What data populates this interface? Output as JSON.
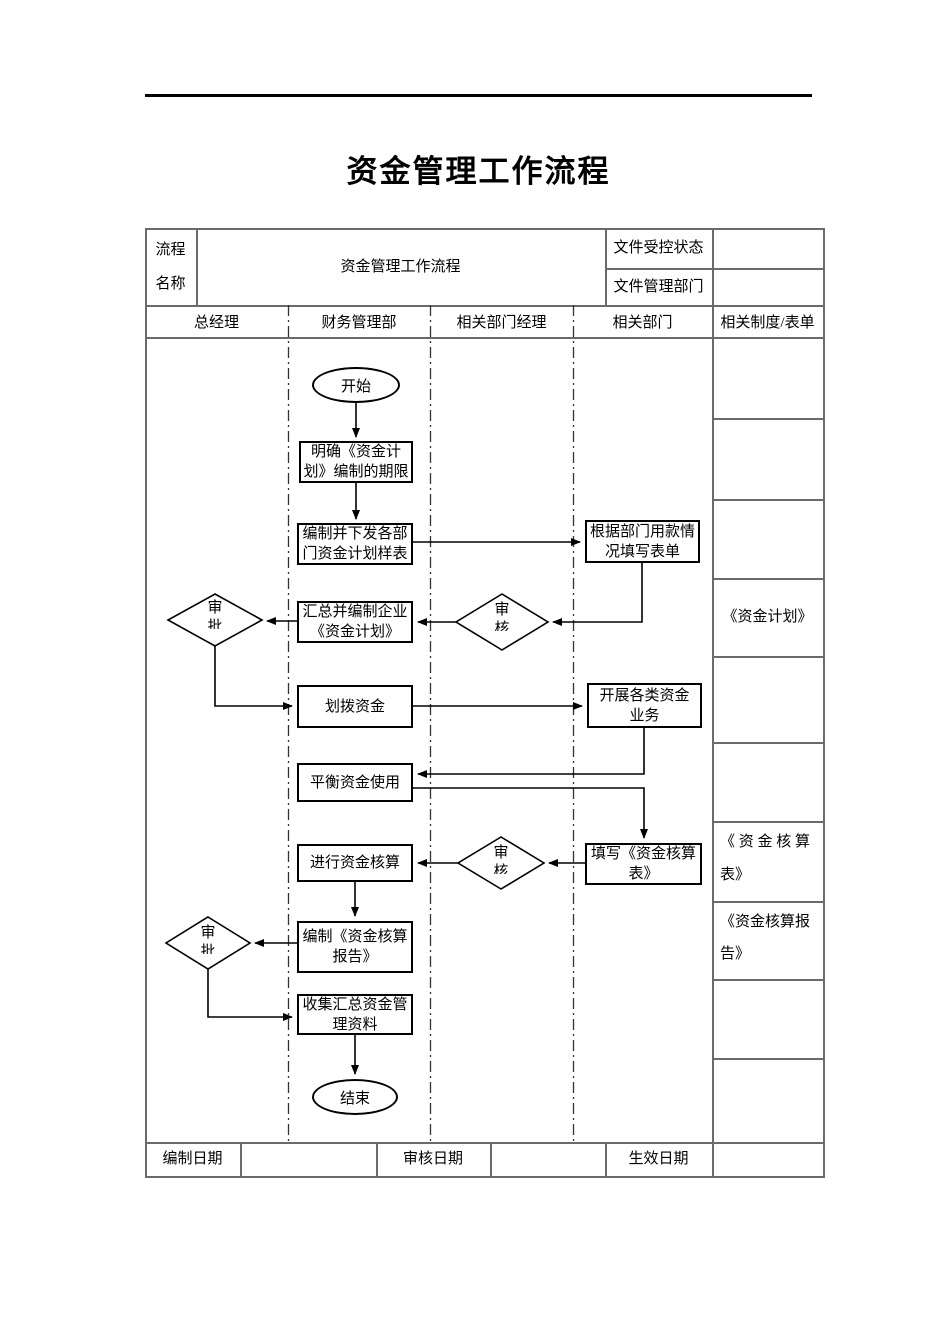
{
  "colors": {
    "table_border": "#6a6a6a",
    "shape": "#000000",
    "background": "#ffffff"
  },
  "doc": {
    "title": "资金管理工作流程"
  },
  "info_table": {
    "name_label": "流程\n名称",
    "name_value": "资金管理工作流程",
    "control_label": "文件受控状态",
    "control_value": "",
    "dept_label": "文件管理部门",
    "dept_value": ""
  },
  "lanes": [
    "总经理",
    "财务管理部",
    "相关部门经理",
    "相关部门",
    "相关制度/表单"
  ],
  "flow": {
    "start": "开始",
    "clarify": "明确《资金计\n划》编制的期限",
    "distribute": "编制并下发各部\n门资金计划样表",
    "fill_plan": "根据部门用款情\n况填写表单",
    "summarize": "汇总并编制企业\n《资金计划》",
    "review1": {
      "l1": "审",
      "l2": "核"
    },
    "approve1": {
      "l1": "审",
      "l2": "批"
    },
    "allocate": "划拨资金",
    "operate": "开展各类资金\n业务",
    "balance": "平衡资金使用",
    "fill_account": "填写《资金核算\n表》",
    "review2": {
      "l1": "审",
      "l2": "核"
    },
    "account": "进行资金核算",
    "report": "编制《资金核算\n报告》",
    "approve2": {
      "l1": "审",
      "l2": "批"
    },
    "collect": "收集汇总资金管\n理资料",
    "end": "结束"
  },
  "right_column": [
    "",
    "",
    "",
    "《资金计划》",
    "",
    "",
    "《 资 金 核 算\n表》",
    "《资金核算报\n告》",
    "",
    ""
  ],
  "footer": {
    "prepared_label": "编制日期",
    "prepared_value": "",
    "review_label": "审核日期",
    "review_value": "",
    "effective_label": "生效日期",
    "effective_value": ""
  }
}
